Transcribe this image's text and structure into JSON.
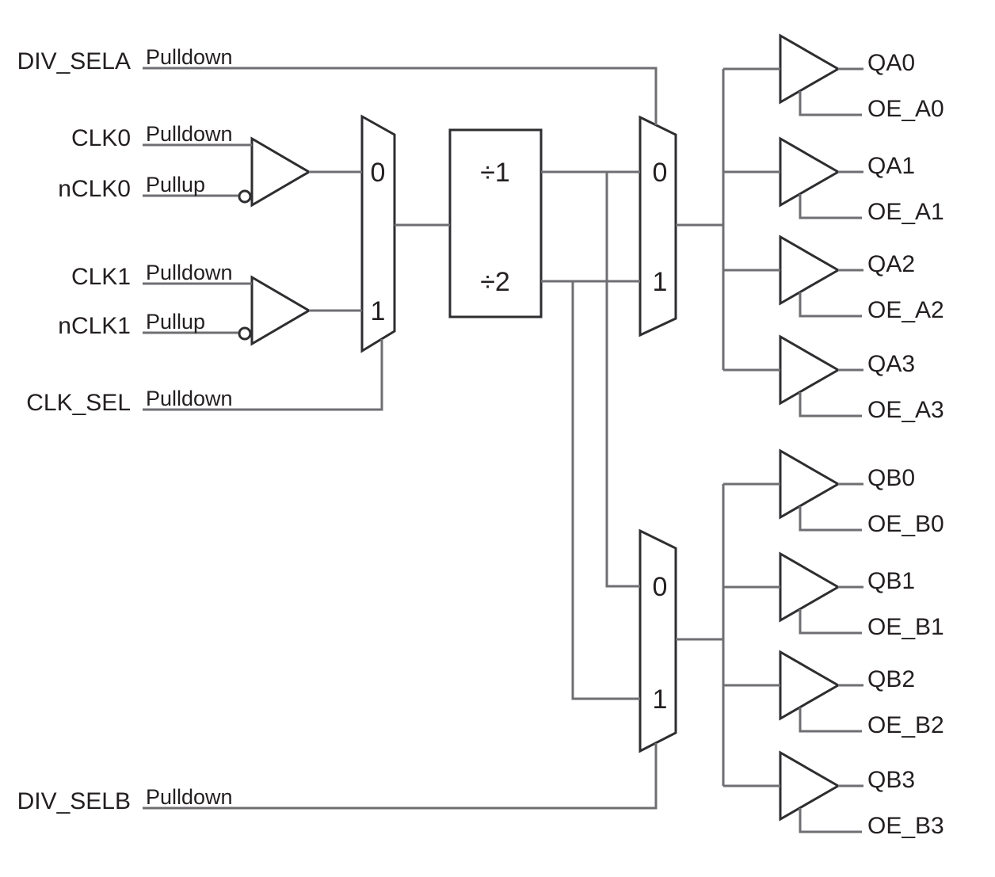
{
  "pins": {
    "div_sela": {
      "label": "DIV_SELA",
      "pull": "Pulldown"
    },
    "clk0": {
      "label": "CLK0",
      "pull": "Pulldown"
    },
    "nclk0": {
      "label": "nCLK0",
      "pull": "Pullup"
    },
    "clk1": {
      "label": "CLK1",
      "pull": "Pulldown"
    },
    "nclk1": {
      "label": "nCLK1",
      "pull": "Pullup"
    },
    "clk_sel": {
      "label": "CLK_SEL",
      "pull": "Pulldown"
    },
    "div_selb": {
      "label": "DIV_SELB",
      "pull": "Pulldown"
    }
  },
  "divider": {
    "div1": "÷1",
    "div2": "÷2"
  },
  "mux": {
    "in0": "0",
    "in1": "1"
  },
  "outputs": {
    "bank_a": [
      {
        "q": "QA0",
        "oe": "OE_A0"
      },
      {
        "q": "QA1",
        "oe": "OE_A1"
      },
      {
        "q": "QA2",
        "oe": "OE_A2"
      },
      {
        "q": "QA3",
        "oe": "OE_A3"
      }
    ],
    "bank_b": [
      {
        "q": "QB0",
        "oe": "OE_B0"
      },
      {
        "q": "QB1",
        "oe": "OE_B1"
      },
      {
        "q": "QB2",
        "oe": "OE_B2"
      },
      {
        "q": "QB3",
        "oe": "OE_B3"
      }
    ]
  },
  "colors": {
    "background": "#ffffff",
    "wire": "#6f6f73",
    "outline": "#2e2e31",
    "text": "#231f20"
  }
}
